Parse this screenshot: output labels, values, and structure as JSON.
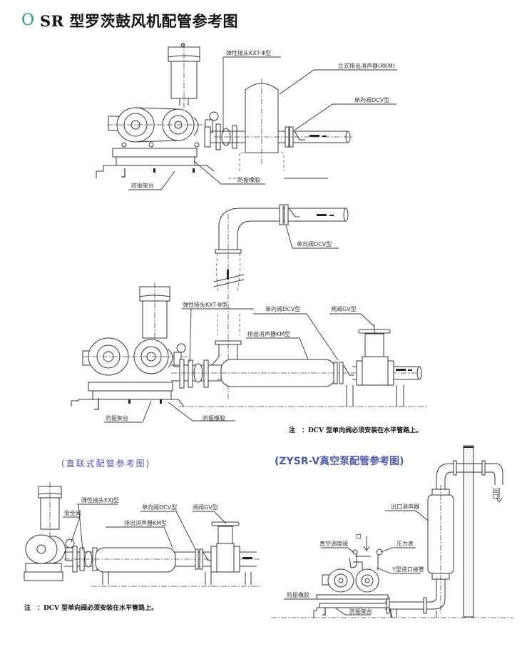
{
  "header": {
    "bullet": "O",
    "title": "SR 型罗茨鼓风机配管参考图",
    "bullet_color": "#1a9a78"
  },
  "diagram1": {
    "labels": {
      "flex_joint": "弹性接头KXT-Ⅲ型",
      "vertical_silencer": "立式排出消声器(RKM)",
      "check_valve": "单向阀DCV型",
      "rubber_pad": "防振橡胶",
      "base_frame": "防振架台"
    }
  },
  "diagram2": {
    "labels": {
      "check_valve_top": "单向阀DCV型",
      "flex_joint": "弹性接头KXT-Ⅲ型",
      "check_valve": "单向阀DCV型",
      "gate_valve": "闸阀GV型",
      "silencer": "排出消声器KM型",
      "base_frame": "防振架台",
      "rubber_pad": "防振橡胶"
    },
    "note": "注　：DCV 型单向阀必须安装在水平管路上。"
  },
  "diagram3": {
    "subtitle": "(直联式配管参考图)",
    "labels": {
      "flex_joint": "弹性接头EXJ型",
      "safety_valve": "安全阀",
      "check_valve": "单向阀DCV型",
      "gate_valve": "闸阀GV型",
      "silencer": "排出消声器KM型"
    },
    "note": "注　：DCV 型单向阀必须安装在水平管路上。"
  },
  "diagram4": {
    "subtitle": "(ZYSR-V真空泵配管参考图)",
    "labels": {
      "outlet_silencer": "出口消声器",
      "inlet_top": "出口",
      "inlet": "口",
      "vacuum_valve": "真空调度阀",
      "pressure_gauge": "压力表",
      "y_inlet_pipe": "Y型进口接管",
      "rubber_pad": "防振橡胶",
      "base_frame": "防振架台"
    }
  },
  "colors": {
    "subtitle_blue": "#4b5aa6",
    "line": "#333333"
  }
}
